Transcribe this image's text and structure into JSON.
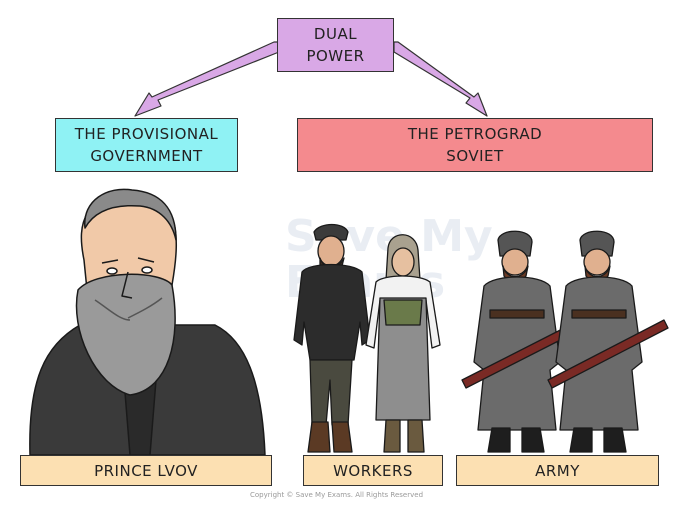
{
  "top": {
    "line1": "DUAL",
    "line2": "POWER"
  },
  "left_box": {
    "line1": "THE PROVISIONAL",
    "line2": "GOVERNMENT"
  },
  "right_box": {
    "line1": "THE PETROGRAD",
    "line2": "SOVIET"
  },
  "labels": {
    "lvov": "PRINCE LVOV",
    "workers": "WORKERS",
    "army": "ARMY"
  },
  "watermark": {
    "line1": "Save My",
    "line2": "Exams"
  },
  "copyright": "Copyright © Save My Exams. All Rights Reserved",
  "colors": {
    "dual_power": "#d9a8e6",
    "provisional": "#8ff2f4",
    "petrograd": "#f48a8e",
    "labels": "#fce0b2",
    "arrows": "#d9a8e6"
  },
  "icons": [
    "prince-lvov-illustration",
    "worker-man-illustration",
    "worker-woman-illustration",
    "soldier-illustration"
  ]
}
